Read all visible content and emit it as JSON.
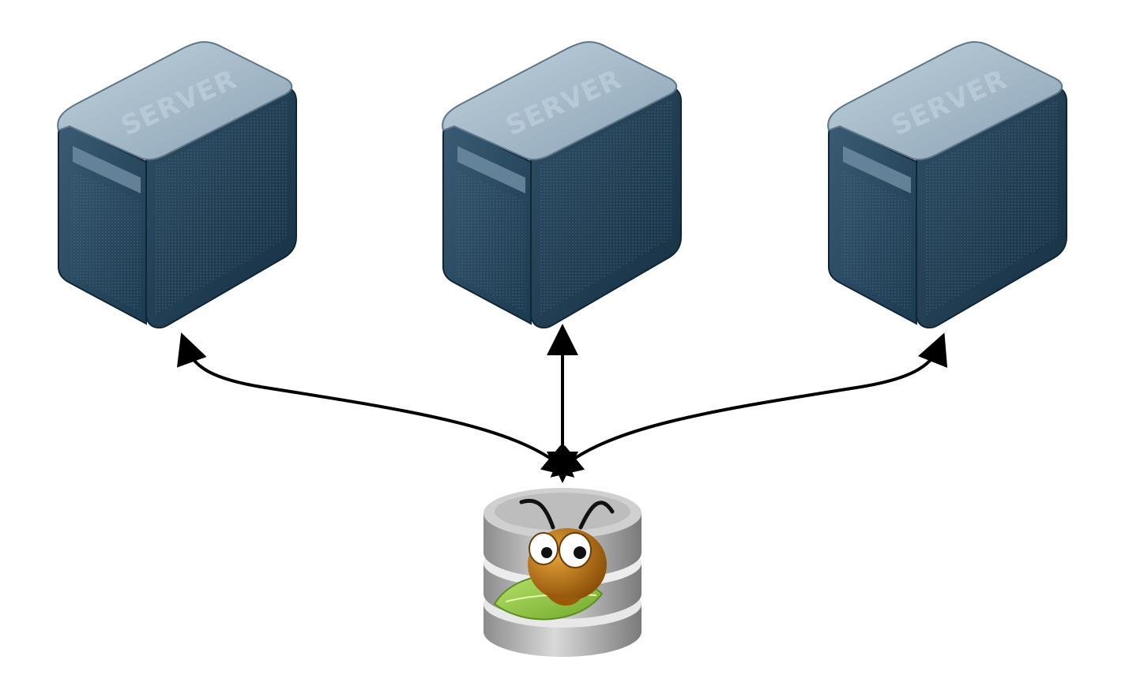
{
  "diagram": {
    "servers": [
      {
        "id": "server-left",
        "label": "SERVER"
      },
      {
        "id": "server-center",
        "label": "SERVER"
      },
      {
        "id": "server-right",
        "label": "SERVER"
      }
    ],
    "database": {
      "id": "database",
      "label": ""
    },
    "connections": [
      {
        "from": "database",
        "to": "server-left",
        "style": "bidirectional-curved"
      },
      {
        "from": "database",
        "to": "server-center",
        "style": "bidirectional-straight"
      },
      {
        "from": "database",
        "to": "server-right",
        "style": "bidirectional-curved"
      }
    ]
  },
  "colors": {
    "server_dark": "#1f3c52",
    "server_mid": "#36566e",
    "server_light": "#8fa6b8",
    "server_top": "#a9bccb",
    "arrow": "#000000",
    "db_silver": "#b5b5b5",
    "ant_orange": "#c97e14",
    "leaf_green": "#8fc63f"
  }
}
